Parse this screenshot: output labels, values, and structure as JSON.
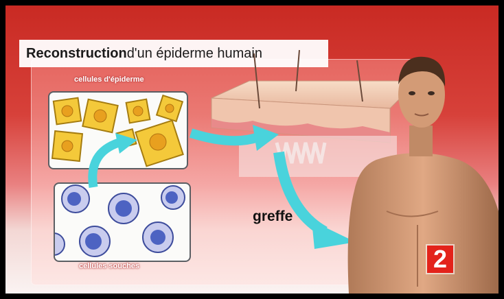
{
  "title": {
    "bold": "Reconstruction",
    "rest": " d'un épiderme humain"
  },
  "labels": {
    "epidermis_cells": "cellules d'épiderme",
    "stem_cells": "cellules souches",
    "graft": "greffe"
  },
  "logo": {
    "text": "2"
  },
  "colors": {
    "background": "#c92a23",
    "arrow": "#49d3dc",
    "epidermis_cell": "#f4c93a",
    "stem_cell": "#4d63c2",
    "logo": "#e3231b"
  }
}
